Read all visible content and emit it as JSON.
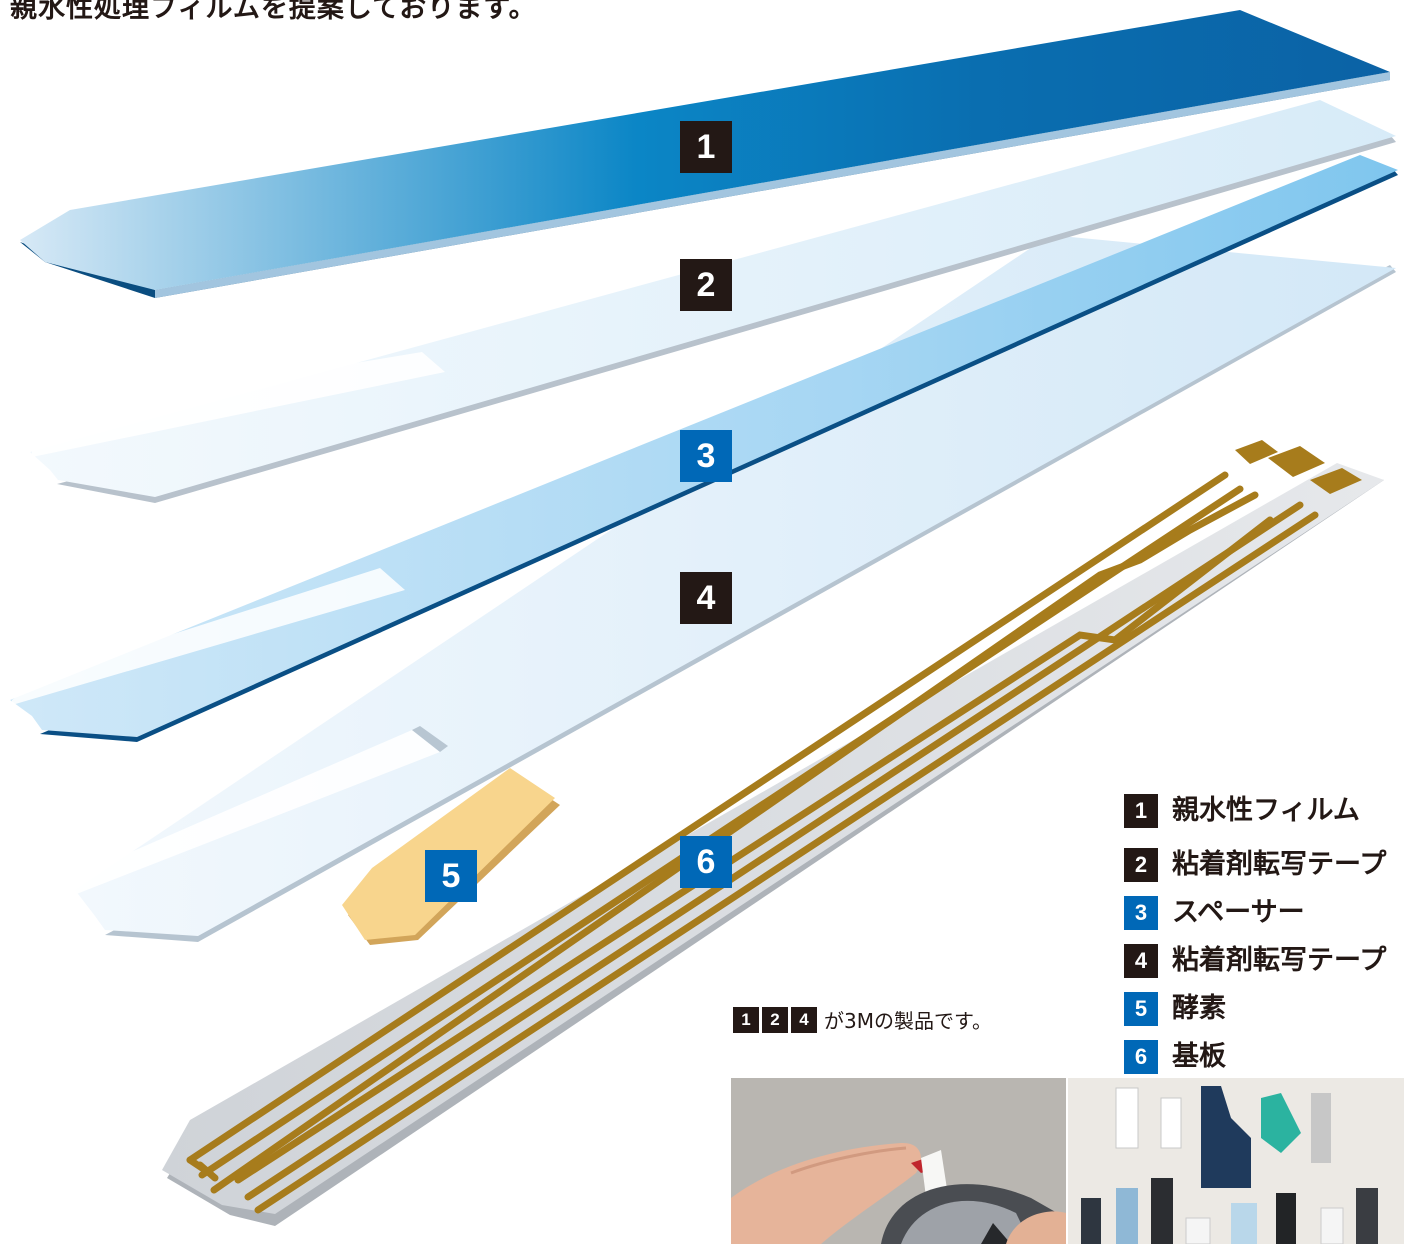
{
  "intro_text": "親水性処理フィルムを提案しております。",
  "layers": [
    {
      "number": "1",
      "name": "親水性フィルム",
      "badge_color": "#231815"
    },
    {
      "number": "2",
      "name": "粘着剤転写テープ",
      "badge_color": "#231815"
    },
    {
      "number": "3",
      "name": "スペーサー",
      "badge_color": "#0068b7"
    },
    {
      "number": "4",
      "name": "粘着剤転写テープ",
      "badge_color": "#231815"
    },
    {
      "number": "5",
      "name": "酵素",
      "badge_color": "#0068b7"
    },
    {
      "number": "6",
      "name": "基板",
      "badge_color": "#0068b7"
    }
  ],
  "product_note": {
    "badges": [
      "1",
      "2",
      "4"
    ],
    "text": "が3Mの製品です。"
  },
  "colors": {
    "dark_badge": "#231815",
    "blue_badge": "#0068b7",
    "hydrophilic_film": "#0a6fb0",
    "tape": "#e6f2fb",
    "spacer": "#a9d8f3",
    "enzyme": "#f8d58d",
    "substrate": "#dcdfe3",
    "electrode": "#a77c1c"
  }
}
